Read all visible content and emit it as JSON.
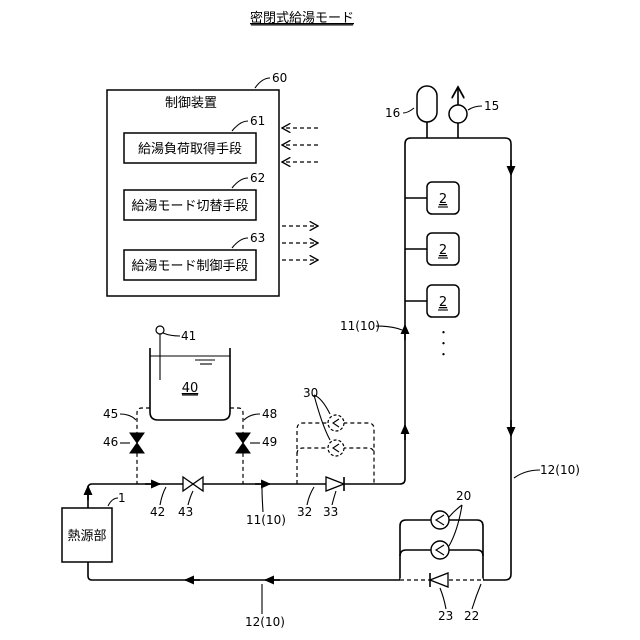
{
  "title": "密閉式給湯モード",
  "controller": {
    "title": "制御装置",
    "ref": "60",
    "units": [
      {
        "label": "給湯負荷取得手段",
        "ref": "61"
      },
      {
        "label": "給湯モード切替手段",
        "ref": "62"
      },
      {
        "label": "給湯モード制御手段",
        "ref": "63"
      }
    ]
  },
  "heat_source": {
    "label": "熱源部",
    "ref": "1"
  },
  "tank": {
    "label": "40",
    "sensor_ref": "41"
  },
  "terminals": {
    "label": "2",
    "more": "・・・"
  },
  "refs": {
    "r15": "15",
    "r16": "16",
    "r20": "20",
    "r22": "22",
    "r23": "23",
    "r30": "30",
    "r32": "32",
    "r33": "33",
    "r42": "42",
    "r43": "43",
    "r45": "45",
    "r46": "46",
    "r48": "48",
    "r49": "49",
    "supply_top": "11(10)",
    "supply_bottom": "11(10)",
    "return_right": "12(10)",
    "return_bottom": "12(10)"
  }
}
